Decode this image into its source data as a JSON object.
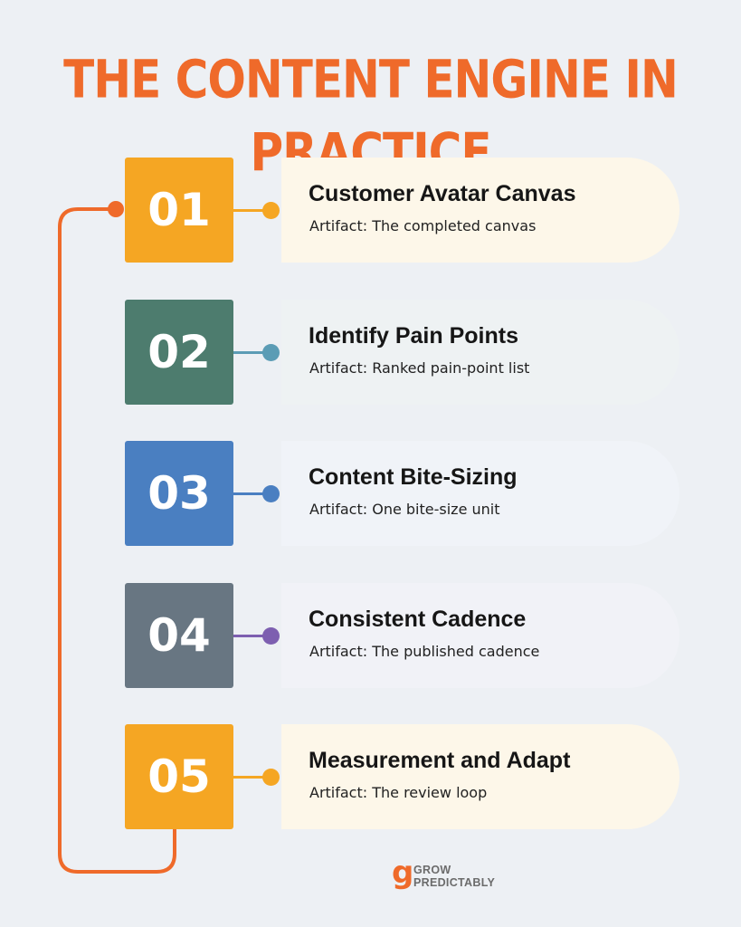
{
  "title": "THE CONTENT ENGINE IN PRACTICE",
  "steps": [
    {
      "number": "01",
      "title": "Customer Avatar Canvas",
      "artifact": "Artifact: The completed canvas",
      "color": "#f5a623",
      "card_color": "#fdf7e9"
    },
    {
      "number": "02",
      "title": "Identify Pain Points",
      "artifact": "Artifact: Ranked pain-point list",
      "color": "#4d7c6e",
      "card_color": "#eef2f3"
    },
    {
      "number": "03",
      "title": "Content Bite-Sizing",
      "artifact": "Artifact: One bite-size unit",
      "color": "#4a7fc1",
      "card_color": "#f0f3f8"
    },
    {
      "number": "04",
      "title": "Consistent Cadence",
      "artifact": "Artifact: The published cadence",
      "color": "#687682",
      "card_color": "#f1f2f7"
    },
    {
      "number": "05",
      "title": "Measurement and Adapt",
      "artifact": "Artifact: The review loop",
      "color": "#f5a623",
      "card_color": "#fdf7e9"
    }
  ],
  "connector_colors": [
    "#f5a623",
    "#5b9cb5",
    "#4a7fc1",
    "#7d5fb0",
    "#f5a623"
  ],
  "loop_color": "#ef6a2a",
  "logo": {
    "mark": "g",
    "line1": "GROW",
    "line2": "PREDICTABLY"
  }
}
